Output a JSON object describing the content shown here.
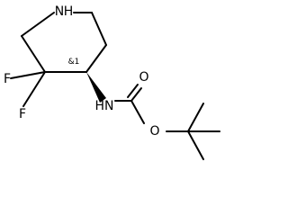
{
  "molecule": {
    "atom_labels": {
      "ring_nitrogen": "N",
      "ring_nh_hydrogen": "H",
      "fluorine_1": "F",
      "fluorine_2": "F",
      "stereo_flag": "&1",
      "amide_nitrogen": "HN",
      "carbonyl_oxygen": "O",
      "ester_oxygen": "O"
    },
    "stereo_bond": "bold wedge from C4 to carbamate NH"
  }
}
